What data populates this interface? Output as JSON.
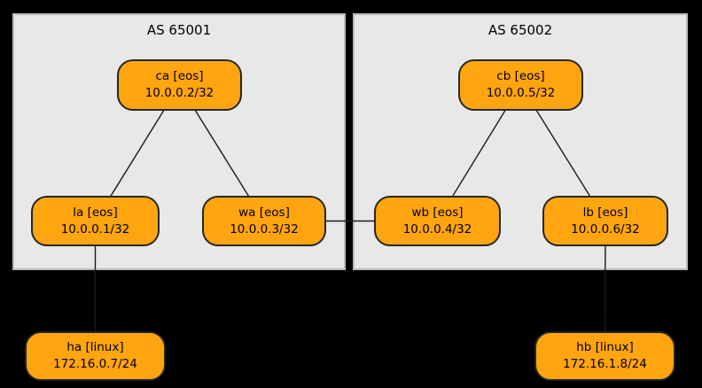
{
  "diagram": {
    "background_color": "#000000",
    "colors": {
      "cluster_fill": "#e8e8e8",
      "cluster_border": "#b9b9b9",
      "node_fill": "#ffa510",
      "node_border": "#262626",
      "edge": "#1a1a1a",
      "text": "#000000"
    },
    "clusters": [
      {
        "id": "as65001",
        "label": "AS 65001"
      },
      {
        "id": "as65002",
        "label": "AS 65002"
      }
    ],
    "nodes": [
      {
        "id": "ca",
        "label": "ca [eos]",
        "address": "10.0.0.2/32",
        "cluster": "as65001"
      },
      {
        "id": "la",
        "label": "la [eos]",
        "address": "10.0.0.1/32",
        "cluster": "as65001"
      },
      {
        "id": "wa",
        "label": "wa [eos]",
        "address": "10.0.0.3/32",
        "cluster": "as65001"
      },
      {
        "id": "cb",
        "label": "cb [eos]",
        "address": "10.0.0.5/32",
        "cluster": "as65002"
      },
      {
        "id": "wb",
        "label": "wb [eos]",
        "address": "10.0.0.4/32",
        "cluster": "as65002"
      },
      {
        "id": "lb",
        "label": "lb [eos]",
        "address": "10.0.0.6/32",
        "cluster": "as65002"
      },
      {
        "id": "ha",
        "label": "ha [linux]",
        "address": "172.16.0.7/24",
        "cluster": null
      },
      {
        "id": "hb",
        "label": "hb [linux]",
        "address": "172.16.1.8/24",
        "cluster": null
      }
    ],
    "edges": [
      {
        "from": "ca",
        "to": "la"
      },
      {
        "from": "ca",
        "to": "wa"
      },
      {
        "from": "cb",
        "to": "wb"
      },
      {
        "from": "cb",
        "to": "lb"
      },
      {
        "from": "wa",
        "to": "wb"
      },
      {
        "from": "la",
        "to": "ha"
      },
      {
        "from": "lb",
        "to": "hb"
      }
    ]
  }
}
